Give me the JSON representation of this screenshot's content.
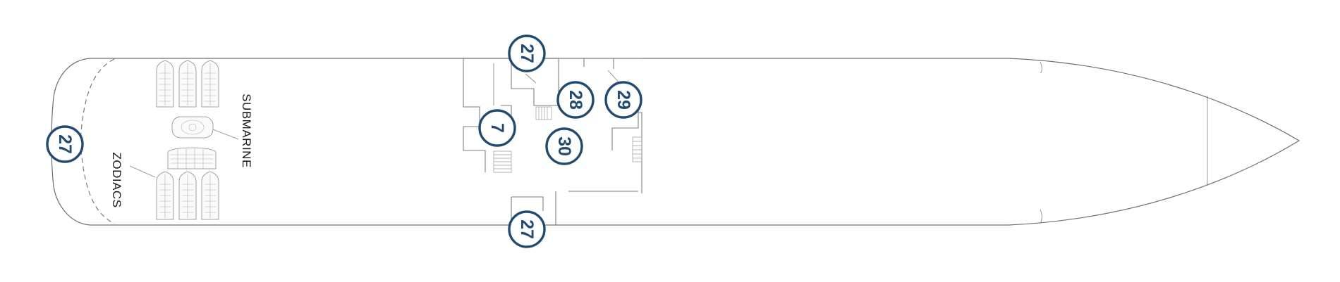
{
  "deck": {
    "labels": {
      "submarine": "SUBMARINE",
      "zodiacs": "ZODIACS"
    },
    "markers": {
      "aft": "27",
      "top": "27",
      "bottom": "27",
      "m28": "28",
      "m29": "29",
      "m7": "7",
      "m30": "30"
    },
    "colors": {
      "marker": "#1f4a72",
      "outline": "#6e6e6e"
    }
  }
}
